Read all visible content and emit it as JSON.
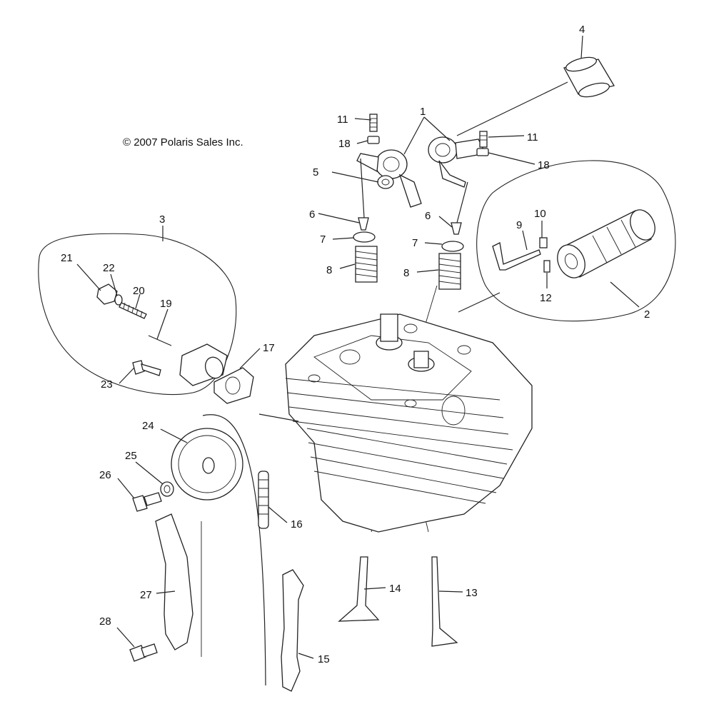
{
  "copyright": "© 2007 Polaris Sales Inc.",
  "callouts": [
    {
      "id": "c1",
      "text": "1"
    },
    {
      "id": "c2",
      "text": "2"
    },
    {
      "id": "c3",
      "text": "3"
    },
    {
      "id": "c4",
      "text": "4"
    },
    {
      "id": "c5",
      "text": "5"
    },
    {
      "id": "c6a",
      "text": "6"
    },
    {
      "id": "c6b",
      "text": "6"
    },
    {
      "id": "c7a",
      "text": "7"
    },
    {
      "id": "c7b",
      "text": "7"
    },
    {
      "id": "c8a",
      "text": "8"
    },
    {
      "id": "c8b",
      "text": "8"
    },
    {
      "id": "c9",
      "text": "9"
    },
    {
      "id": "c10",
      "text": "10"
    },
    {
      "id": "c11a",
      "text": "11"
    },
    {
      "id": "c11b",
      "text": "11"
    },
    {
      "id": "c12",
      "text": "12"
    },
    {
      "id": "c13",
      "text": "13"
    },
    {
      "id": "c14",
      "text": "14"
    },
    {
      "id": "c15",
      "text": "15"
    },
    {
      "id": "c16",
      "text": "16"
    },
    {
      "id": "c17",
      "text": "17"
    },
    {
      "id": "c18a",
      "text": "18"
    },
    {
      "id": "c18b",
      "text": "18"
    },
    {
      "id": "c19",
      "text": "19"
    },
    {
      "id": "c20",
      "text": "20"
    },
    {
      "id": "c21",
      "text": "21"
    },
    {
      "id": "c22",
      "text": "22"
    },
    {
      "id": "c23",
      "text": "23"
    },
    {
      "id": "c24",
      "text": "24"
    },
    {
      "id": "c25",
      "text": "25"
    },
    {
      "id": "c26",
      "text": "26"
    },
    {
      "id": "c27",
      "text": "27"
    },
    {
      "id": "c28",
      "text": "28"
    }
  ]
}
